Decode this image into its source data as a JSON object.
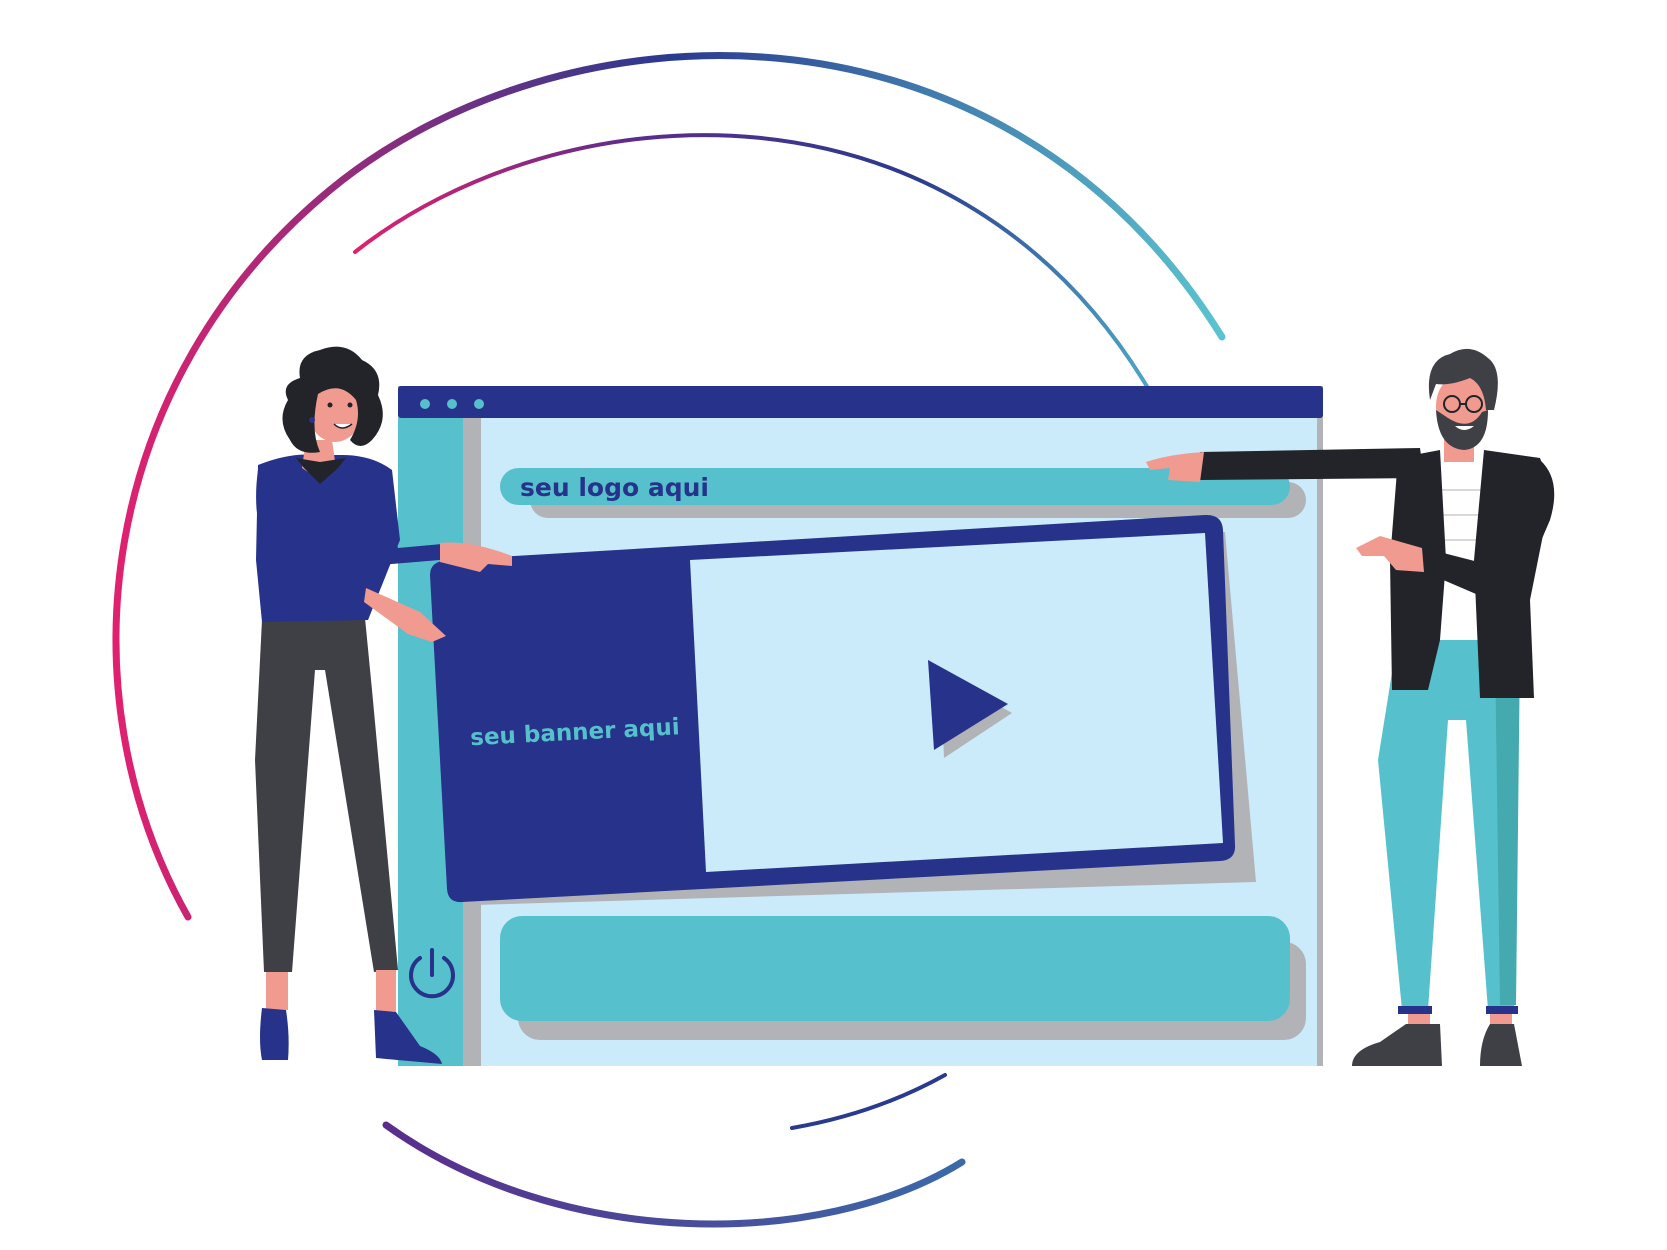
{
  "browser_mockup": {
    "logo_text": "seu logo aqui",
    "banner_text": "seu banner aqui",
    "window_dots": 3
  },
  "colors": {
    "navy": "#27328a",
    "teal": "#56c1cc",
    "light_blue": "#cbebfb",
    "shadow": "#b1b3b7",
    "gradient_pink": "#e0216f",
    "gradient_blue": "#2a3a8f",
    "gradient_teal": "#5bc3cf"
  },
  "icons": [
    "play-icon",
    "power-icon"
  ],
  "characters": [
    "woman-presenter",
    "man-presenter"
  ]
}
